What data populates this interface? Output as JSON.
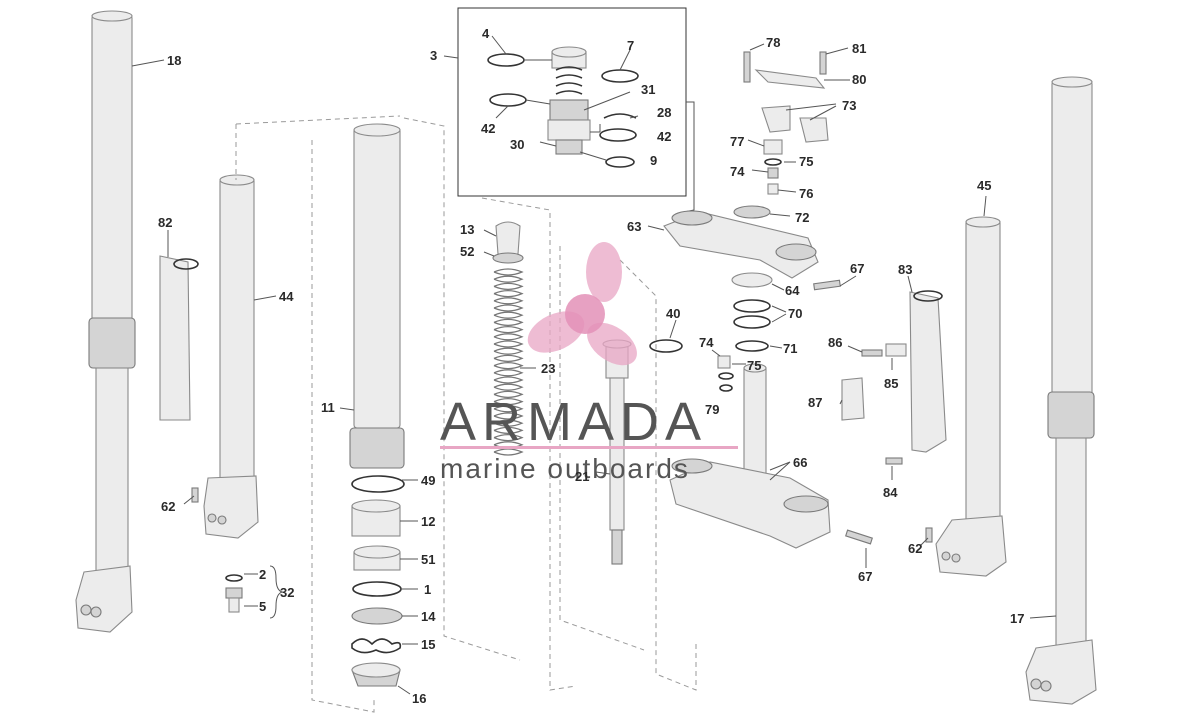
{
  "diagram": {
    "callouts": [
      {
        "id": "c1",
        "text": "1"
      },
      {
        "id": "c2",
        "text": "2"
      },
      {
        "id": "c3",
        "text": "3"
      },
      {
        "id": "c4",
        "text": "4"
      },
      {
        "id": "c5",
        "text": "5"
      },
      {
        "id": "c7",
        "text": "7"
      },
      {
        "id": "c9",
        "text": "9"
      },
      {
        "id": "c11",
        "text": "11"
      },
      {
        "id": "c12",
        "text": "12"
      },
      {
        "id": "c13",
        "text": "13"
      },
      {
        "id": "c14",
        "text": "14"
      },
      {
        "id": "c15",
        "text": "15"
      },
      {
        "id": "c16",
        "text": "16"
      },
      {
        "id": "c17",
        "text": "17"
      },
      {
        "id": "c18",
        "text": "18"
      },
      {
        "id": "c21",
        "text": "21"
      },
      {
        "id": "c23",
        "text": "23"
      },
      {
        "id": "c28",
        "text": "28"
      },
      {
        "id": "c30",
        "text": "30"
      },
      {
        "id": "c31",
        "text": "31"
      },
      {
        "id": "c32",
        "text": "32"
      },
      {
        "id": "c40",
        "text": "40"
      },
      {
        "id": "c42a",
        "text": "42"
      },
      {
        "id": "c42b",
        "text": "42"
      },
      {
        "id": "c44",
        "text": "44"
      },
      {
        "id": "c45",
        "text": "45"
      },
      {
        "id": "c49",
        "text": "49"
      },
      {
        "id": "c51",
        "text": "51"
      },
      {
        "id": "c52",
        "text": "52"
      },
      {
        "id": "c62a",
        "text": "62"
      },
      {
        "id": "c62b",
        "text": "62"
      },
      {
        "id": "c63",
        "text": "63"
      },
      {
        "id": "c64",
        "text": "64"
      },
      {
        "id": "c66",
        "text": "66"
      },
      {
        "id": "c67a",
        "text": "67"
      },
      {
        "id": "c67b",
        "text": "67"
      },
      {
        "id": "c70",
        "text": "70"
      },
      {
        "id": "c71",
        "text": "71"
      },
      {
        "id": "c72",
        "text": "72"
      },
      {
        "id": "c73",
        "text": "73"
      },
      {
        "id": "c74a",
        "text": "74"
      },
      {
        "id": "c74b",
        "text": "74"
      },
      {
        "id": "c75a",
        "text": "75"
      },
      {
        "id": "c75b",
        "text": "75"
      },
      {
        "id": "c76",
        "text": "76"
      },
      {
        "id": "c77",
        "text": "77"
      },
      {
        "id": "c78",
        "text": "78"
      },
      {
        "id": "c79",
        "text": "79"
      },
      {
        "id": "c80",
        "text": "80"
      },
      {
        "id": "c81",
        "text": "81"
      },
      {
        "id": "c82",
        "text": "82"
      },
      {
        "id": "c83",
        "text": "83"
      },
      {
        "id": "c84",
        "text": "84"
      },
      {
        "id": "c85",
        "text": "85"
      },
      {
        "id": "c86",
        "text": "86"
      },
      {
        "id": "c87",
        "text": "87"
      }
    ]
  },
  "watermark": {
    "brand": "ARMADA",
    "tagline": "marine outboards",
    "color": "#e8a6c4"
  }
}
